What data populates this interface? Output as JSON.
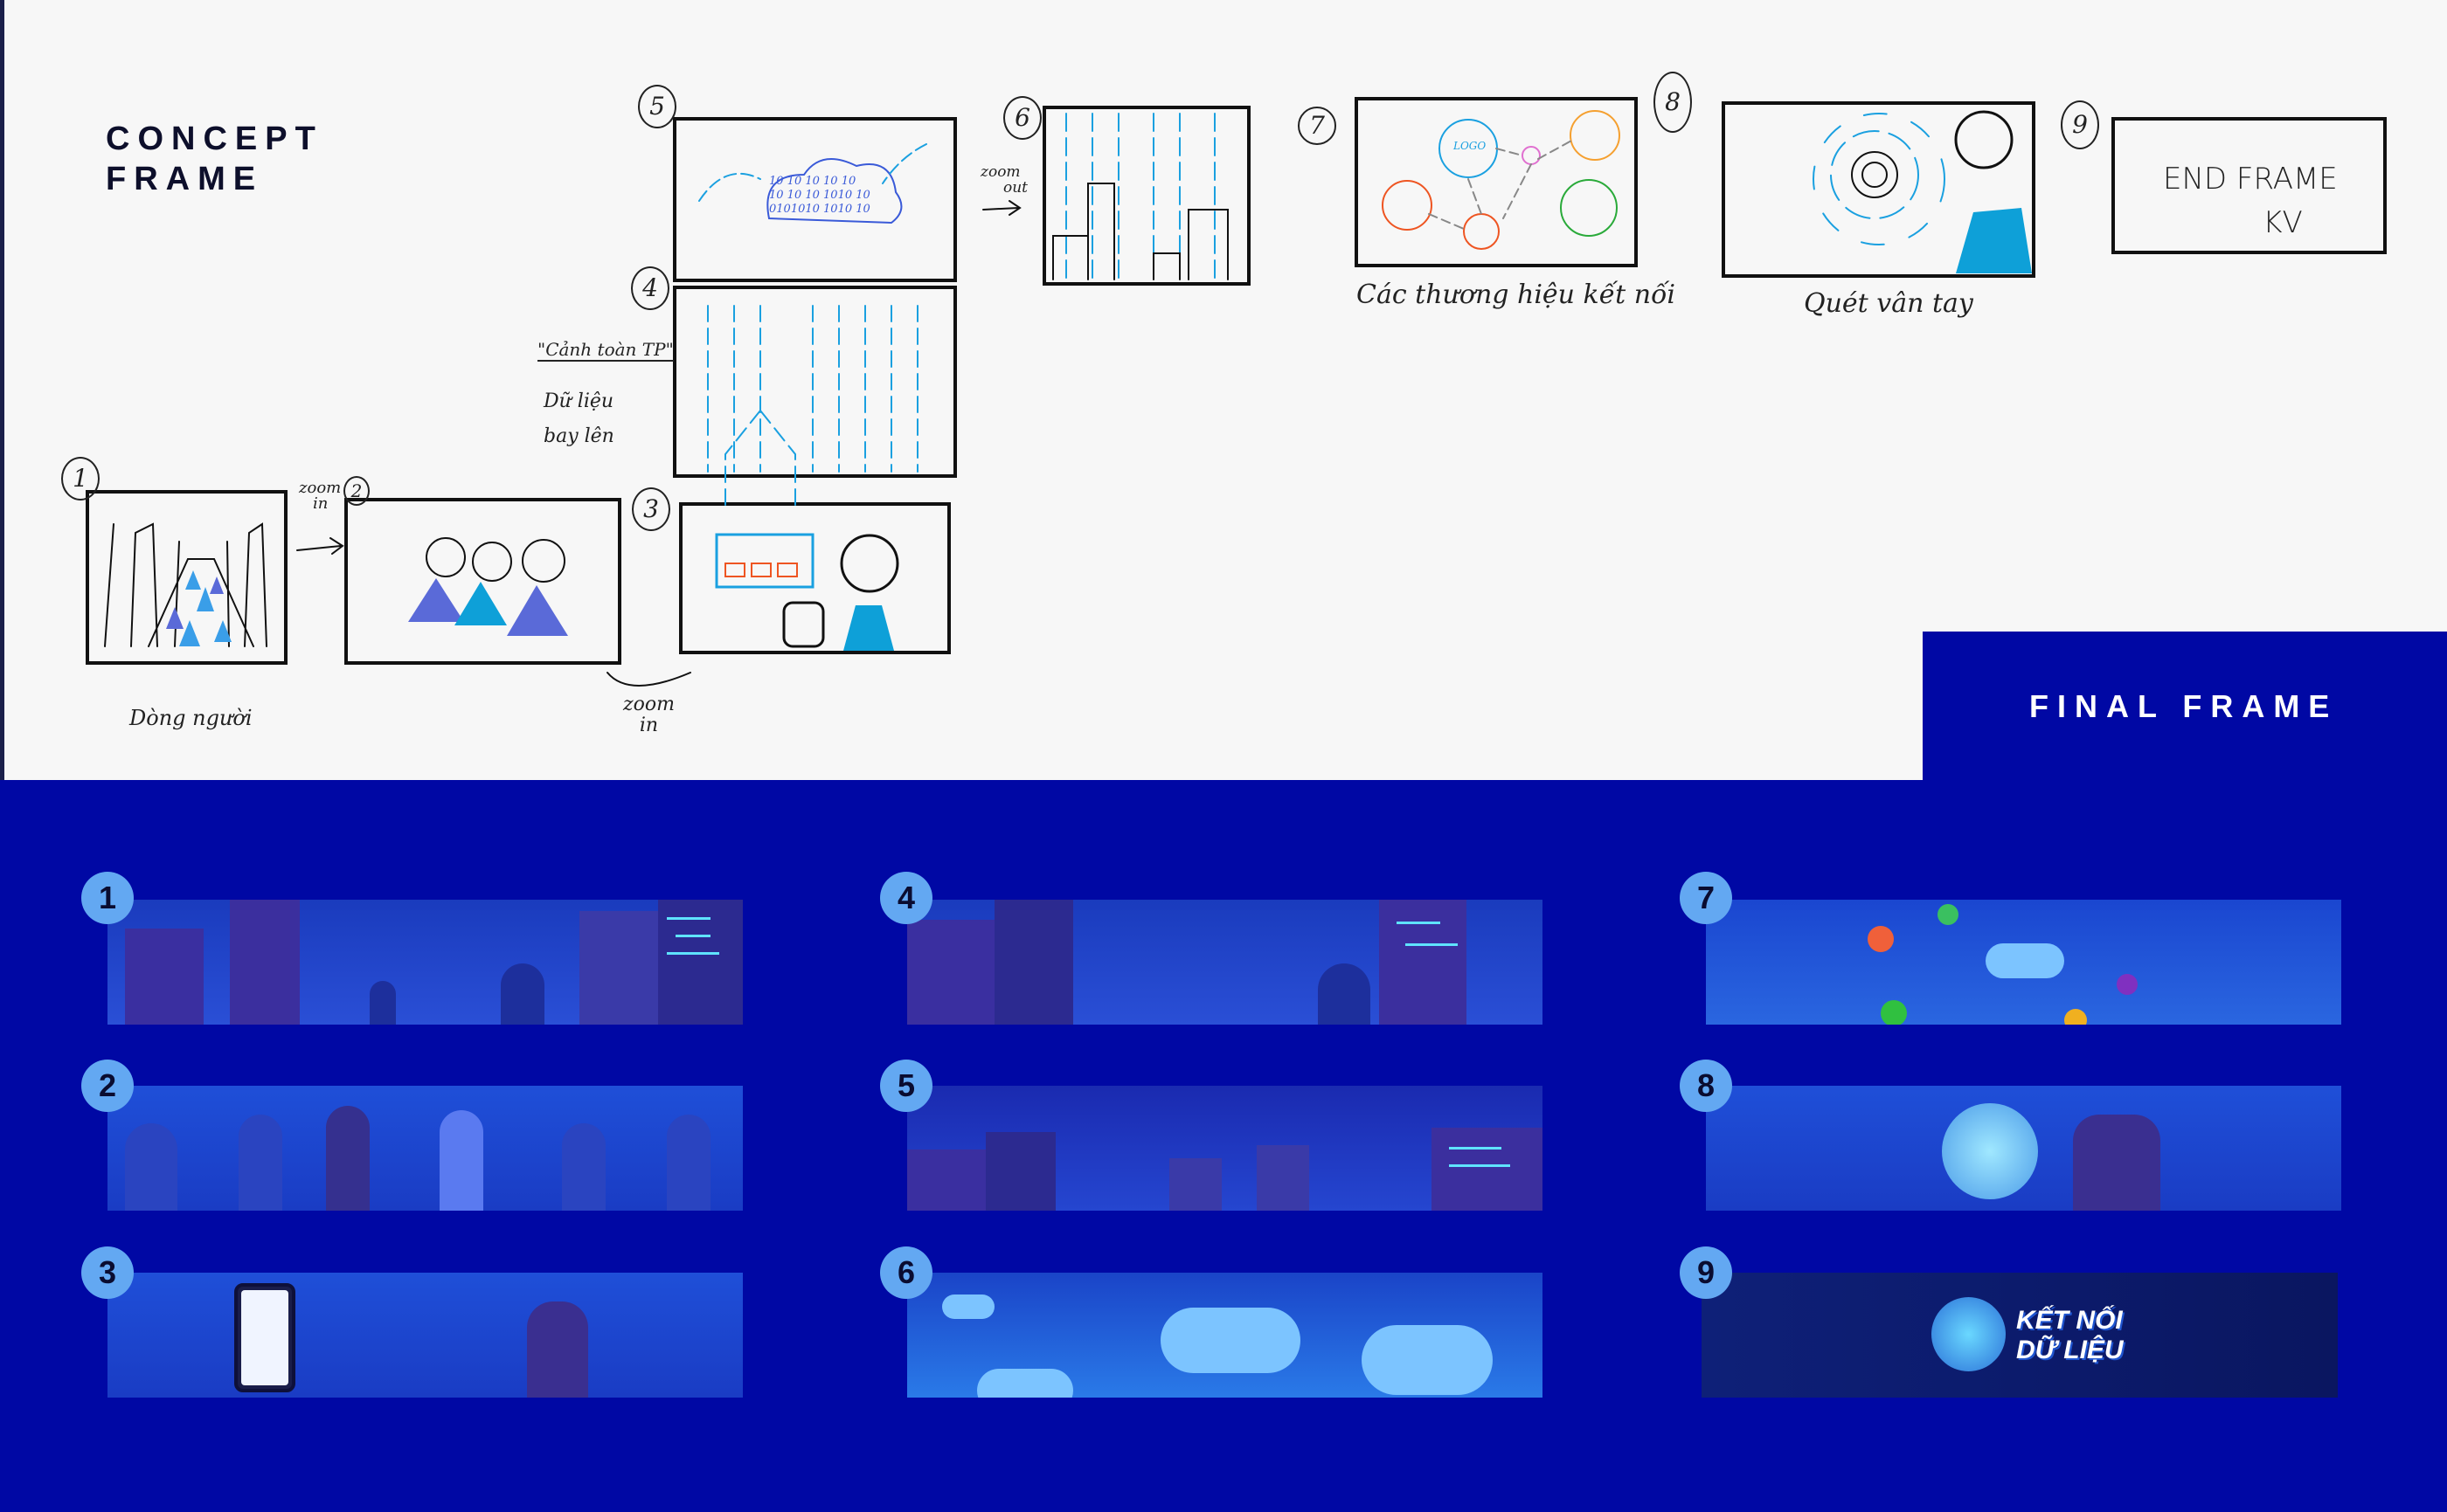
{
  "concept": {
    "title_line1": "CONCEPT",
    "title_line2": "FRAME"
  },
  "final": {
    "title": "FINAL FRAME"
  },
  "sketches": {
    "numbers": [
      "1",
      "2",
      "3",
      "4",
      "5",
      "6",
      "7",
      "8",
      "9"
    ],
    "notes": {
      "zoom_in_1_a": "zoom",
      "zoom_in_1_b": "in",
      "crowd": "Dòng người",
      "zoom_in_2_a": "zoom",
      "zoom_in_2_b": "in",
      "city_view": "\"Cảnh toàn TP\"",
      "data_line1": "Dữ liệu",
      "data_line2": "bay lên",
      "zoom_out_a": "zoom",
      "zoom_out_b": "out",
      "brands": "Các thương hiệu kết nối",
      "fingerprint": "Quét vân tay",
      "end_line1": "END FRAME",
      "end_line2": "KV",
      "binary": [
        "10 10 10 10 10",
        "10 10 10 1010 10",
        "0101010 1010 10"
      ],
      "logo": "LOGO"
    }
  },
  "frames": [
    {
      "number": "1"
    },
    {
      "number": "2"
    },
    {
      "number": "3"
    },
    {
      "number": "4"
    },
    {
      "number": "5"
    },
    {
      "number": "6"
    },
    {
      "number": "7"
    },
    {
      "number": "8"
    },
    {
      "number": "9",
      "headline_line1": "KẾT NỐI",
      "headline_line2": "DỮ LIỆU"
    }
  ],
  "colors": {
    "brand_blue": "#0008a4",
    "badge": "#63a8f2",
    "sketch_blue": "#1aa0e0",
    "sketch_violet": "#5a6ad8"
  }
}
